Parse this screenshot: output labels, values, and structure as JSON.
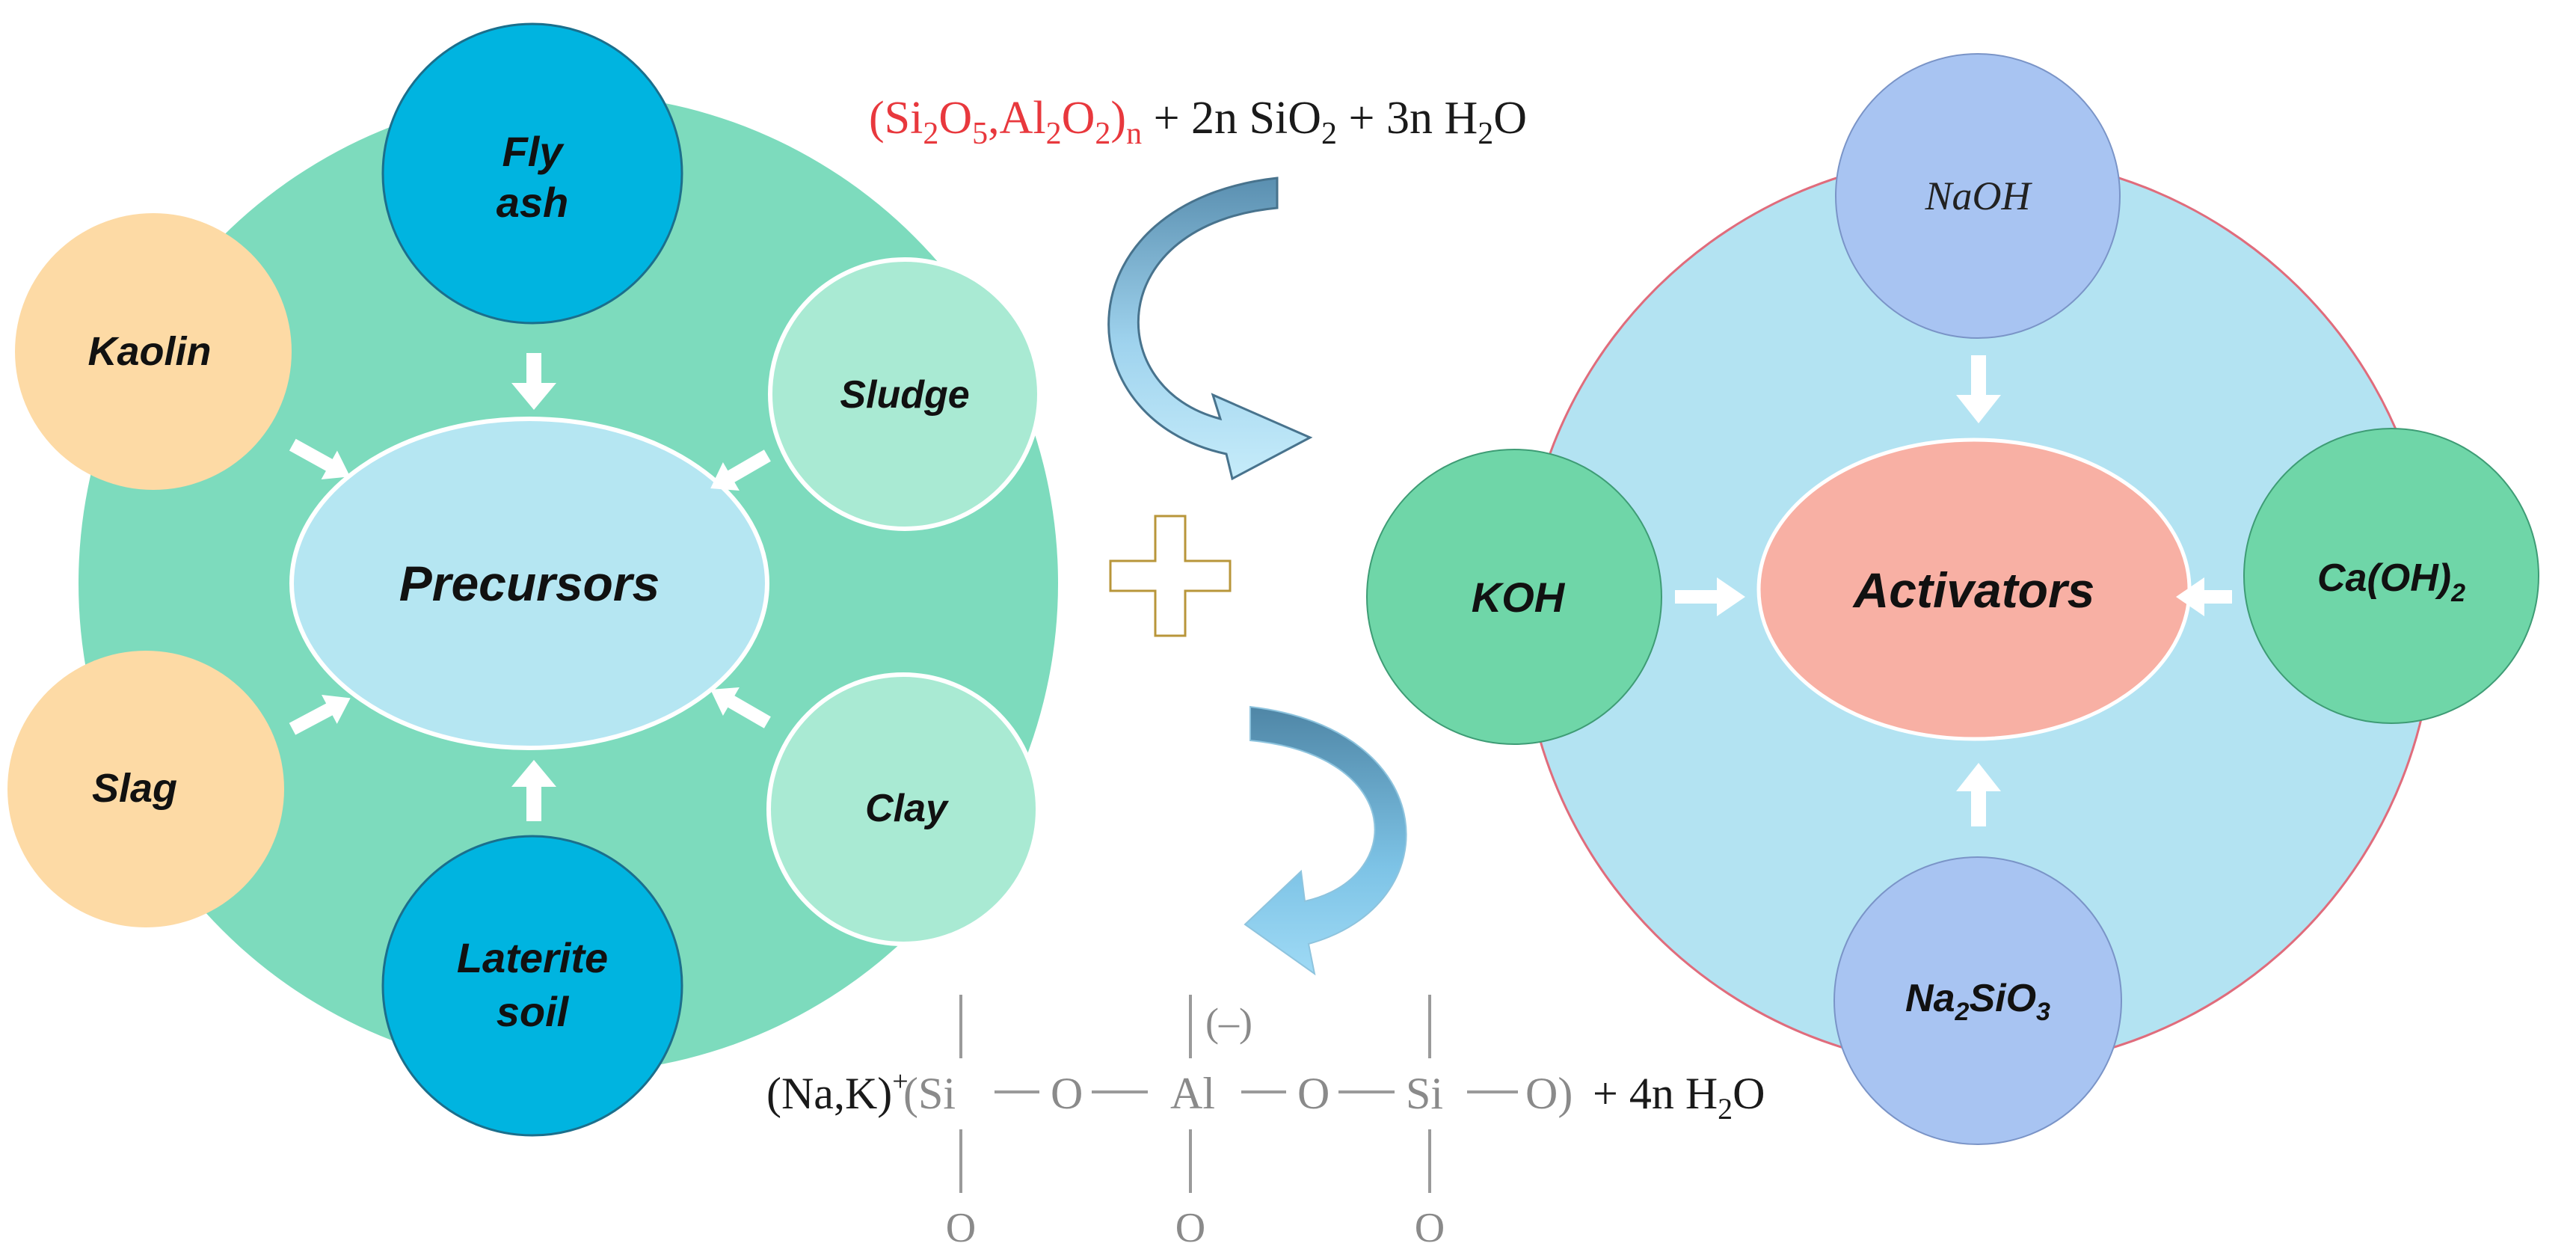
{
  "precursors": {
    "center_label": "Precursors",
    "items": [
      {
        "id": "fly-ash",
        "line1": "Fly",
        "line2": "ash"
      },
      {
        "id": "kaolin",
        "label": "Kaolin"
      },
      {
        "id": "sludge",
        "label": "Sludge"
      },
      {
        "id": "slag",
        "label": "Slag"
      },
      {
        "id": "clay",
        "label": "Clay"
      },
      {
        "id": "laterite-soil",
        "line1": "Laterite",
        "line2": "soil"
      }
    ]
  },
  "activators": {
    "center_label": "Activators",
    "naoh": "NaOH",
    "koh": "KOH",
    "caoh2": {
      "main": "Ca(OH)",
      "sub": "2"
    },
    "na2sio3": {
      "p1": "Na",
      "s1": "2",
      "p2": "SiO",
      "s2": "3"
    }
  },
  "equation_top": {
    "red_part": {
      "open": "(Si",
      "s1": "2",
      "o1": "O",
      "s2": "5",
      "comma": ",Al",
      "s3": "2",
      "o2": "O",
      "s4": "2",
      "close": ")",
      "sub_n": "n"
    },
    "rest": {
      "t1": " + 2n SiO",
      "s1": "2",
      "t2": " + 3n H",
      "s2": "2",
      "t3": "O"
    }
  },
  "equation_bottom": {
    "cation": "(Na,K)",
    "cation_sup": "+",
    "si1": "(Si",
    "o_a": "O",
    "al": "Al",
    "charge": "(–)",
    "o_b": "O",
    "si2": "Si",
    "o_c": "O)",
    "tail": {
      "t1": " + 4n H",
      "s1": "2",
      "t2": "O"
    },
    "lower_o": [
      "O",
      "O",
      "O"
    ]
  },
  "colors": {
    "precursor_ring": "#7ddbbd",
    "precursor_center": "#b5e6f2",
    "fly_ash_laterite": "#00b4e0",
    "kaolin_slag": "#fddaa5",
    "sludge_clay": "#a9ead3",
    "activator_ring": "#b3e3f2",
    "activator_ring_border": "#e06c7c",
    "activator_center": "#f8b0a4",
    "naoh_na2sio3": "#a8c4f2",
    "koh_caoh2": "#6fd6a8",
    "equation_red": "#e8383d",
    "plus_outline": "#b8963a",
    "arrow_fill": "#7bc3e9"
  }
}
